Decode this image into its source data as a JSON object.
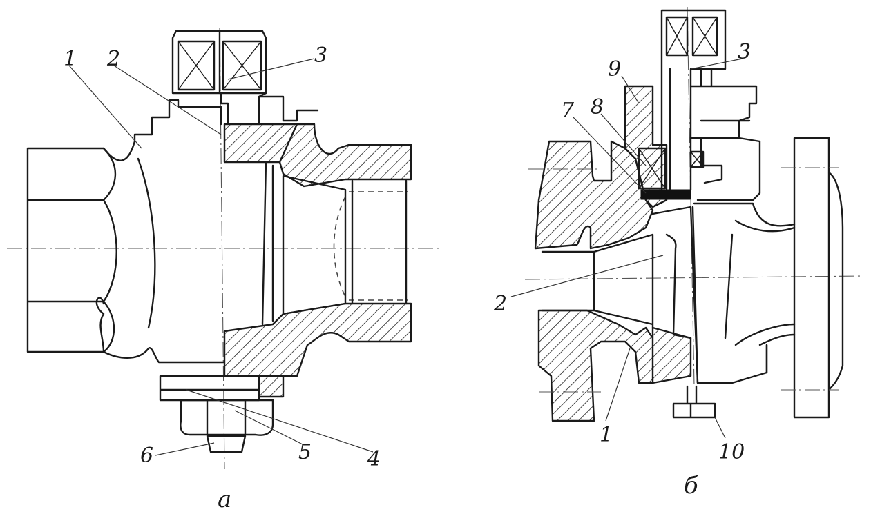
{
  "figure_a": {
    "caption": "a",
    "labels": {
      "l1": "1",
      "l2": "2",
      "l3": "3",
      "l4": "4",
      "l5": "5",
      "l6": "6"
    }
  },
  "figure_b": {
    "caption": "б",
    "labels": {
      "l1": "1",
      "l2": "2",
      "l3": "3",
      "l7": "7",
      "l8": "8",
      "l9": "9",
      "l10": "10"
    }
  }
}
